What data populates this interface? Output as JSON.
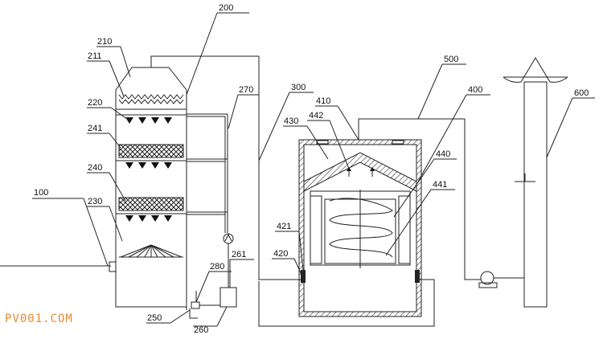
{
  "labels": {
    "l100": "100",
    "l200": "200",
    "l210": "210",
    "l211": "211",
    "l220": "220",
    "l230": "230",
    "l240": "240",
    "l241": "241",
    "l250": "250",
    "l260": "260",
    "l261": "261",
    "l270": "270",
    "l280": "280",
    "l300": "300",
    "l400": "400",
    "l410": "410",
    "l420": "420",
    "l421": "421",
    "l430": "430",
    "l440": "440",
    "l441": "441",
    "l442": "442",
    "l500": "500",
    "l600": "600"
  },
  "watermark": "PV001.COM",
  "colors": {
    "line": "#222222",
    "watermark": "#e88a2e",
    "background": "#ffffff"
  }
}
